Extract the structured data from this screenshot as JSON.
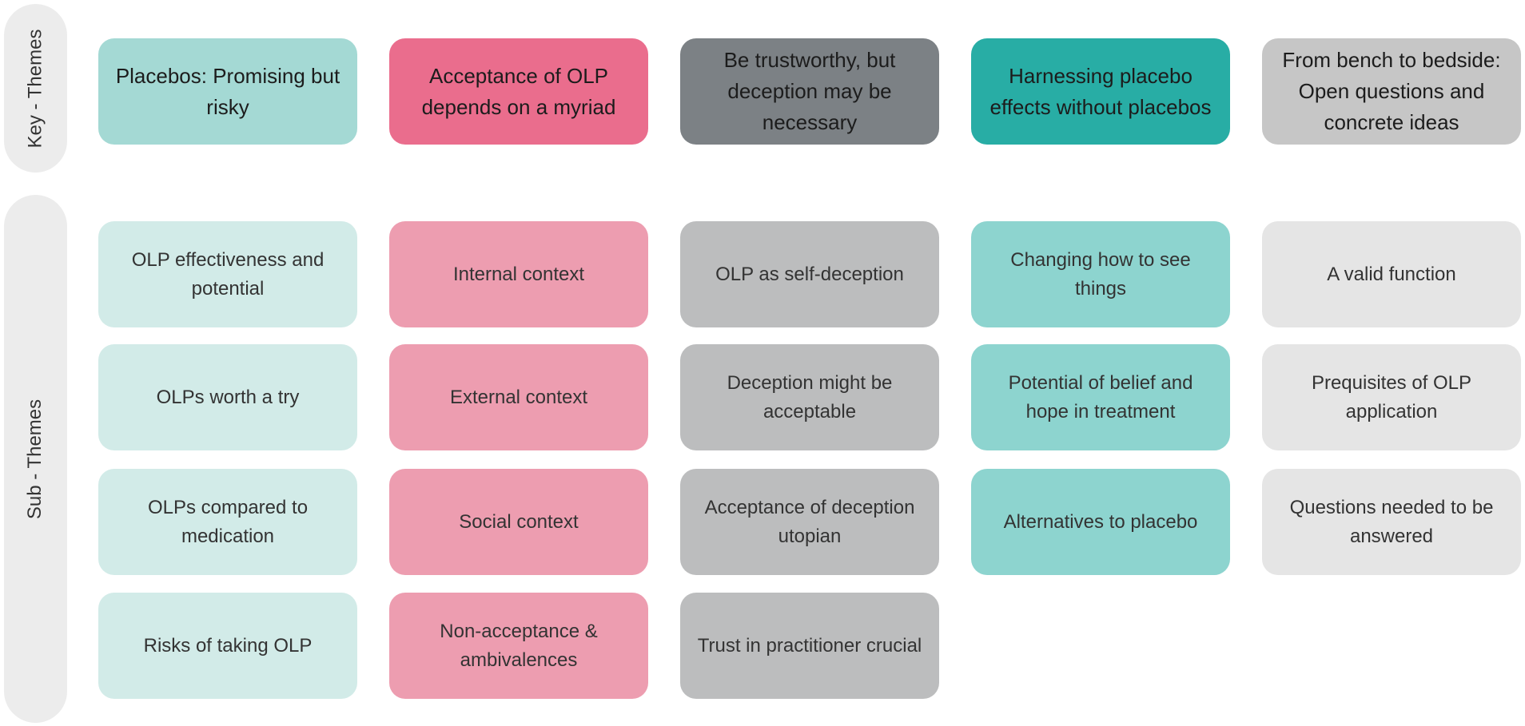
{
  "labels": {
    "key_themes": "Key - Themes",
    "sub_themes": "Sub - Themes"
  },
  "colors": {
    "c1_key": "#a4d9d4",
    "c1_sub": "#d2ebe8",
    "c2_key": "#ea6d8d",
    "c2_sub": "#ed9db0",
    "c3_key": "#7c8185",
    "c3_sub": "#bcbdbe",
    "c4_key": "#28ada5",
    "c4_sub": "#8dd4cf",
    "c5_key": "#c6c6c6",
    "c5_sub": "#e5e5e5"
  },
  "columns": [
    {
      "key": "Placebos: Promising but risky",
      "subs": [
        "OLP effectiveness and potential",
        "OLPs worth a try",
        "OLPs compared to medication",
        "Risks of taking OLP"
      ]
    },
    {
      "key": "Acceptance of OLP depends on a myriad",
      "subs": [
        "Internal context",
        "External context",
        "Social context",
        "Non-acceptance & ambivalences"
      ]
    },
    {
      "key": "Be trustworthy, but deception may be necessary",
      "subs": [
        "OLP as self-deception",
        "Deception might be acceptable",
        "Acceptance of deception utopian",
        "Trust in practitioner crucial"
      ]
    },
    {
      "key": "Harnessing placebo effects without placebos",
      "subs": [
        "Changing how to see things",
        "Potential of belief and hope in treatment",
        "Alternatives to placebo"
      ]
    },
    {
      "key": "From bench to bedside: Open questions and concrete ideas",
      "subs": [
        "A valid function",
        "Prequisites of OLP application",
        "Questions needed to be answered"
      ]
    }
  ]
}
